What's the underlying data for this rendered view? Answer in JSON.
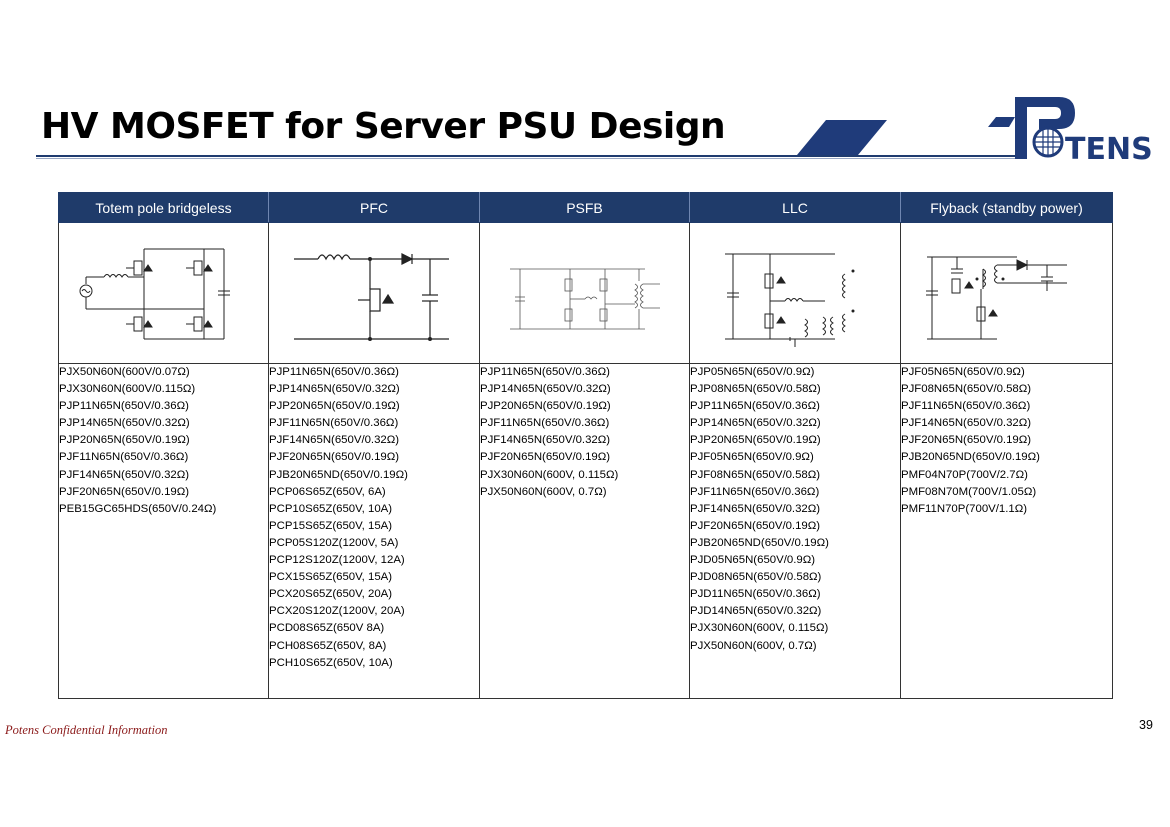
{
  "slide": {
    "title": "HV MOSFET for Server PSU Design",
    "footer": "Potens Confidential Information",
    "page_number": "39",
    "logo": {
      "letter": "P",
      "rest": "TENS"
    }
  },
  "table": {
    "headers": [
      "Totem pole bridgeless",
      "PFC",
      "PSFB",
      "LLC",
      "Flyback (standby power)"
    ],
    "columns": [
      [
        "PJX50N60N(600V/0.07Ω)",
        "PJX30N60N(600V/0.115Ω)",
        "PJP11N65N(650V/0.36Ω)",
        "PJP14N65N(650V/0.32Ω)",
        "PJP20N65N(650V/0.19Ω)",
        "PJF11N65N(650V/0.36Ω)",
        "PJF14N65N(650V/0.32Ω)",
        "PJF20N65N(650V/0.19Ω)",
        "PEB15GC65HDS(650V/0.24Ω)"
      ],
      [
        "PJP11N65N(650V/0.36Ω)",
        "PJP14N65N(650V/0.32Ω)",
        "PJP20N65N(650V/0.19Ω)",
        "PJF11N65N(650V/0.36Ω)",
        "PJF14N65N(650V/0.32Ω)",
        "PJF20N65N(650V/0.19Ω)",
        "PJB20N65ND(650V/0.19Ω)",
        "PCP06S65Z(650V, 6A)",
        "PCP10S65Z(650V, 10A)",
        "PCP15S65Z(650V, 15A)",
        "PCP05S120Z(1200V, 5A)",
        "PCP12S120Z(1200V, 12A)",
        "PCX15S65Z(650V, 15A)",
        "PCX20S65Z(650V, 20A)",
        "PCX20S120Z(1200V, 20A)",
        "PCD08S65Z(650V 8A)",
        "PCH08S65Z(650V, 8A)",
        "PCH10S65Z(650V, 10A)"
      ],
      [
        "PJP11N65N(650V/0.36Ω)",
        "PJP14N65N(650V/0.32Ω)",
        "PJP20N65N(650V/0.19Ω)",
        "PJF11N65N(650V/0.36Ω)",
        "PJF14N65N(650V/0.32Ω)",
        "PJF20N65N(650V/0.19Ω)",
        "PJX30N60N(600V, 0.115Ω)",
        "PJX50N60N(600V, 0.7Ω)"
      ],
      [
        "PJP05N65N(650V/0.9Ω)",
        "PJP08N65N(650V/0.58Ω)",
        "PJP11N65N(650V/0.36Ω)",
        "PJP14N65N(650V/0.32Ω)",
        "PJP20N65N(650V/0.19Ω)",
        "PJF05N65N(650V/0.9Ω)",
        "PJF08N65N(650V/0.58Ω)",
        "PJF11N65N(650V/0.36Ω)",
        "PJF14N65N(650V/0.32Ω)",
        "PJF20N65N(650V/0.19Ω)",
        "PJB20N65ND(650V/0.19Ω)",
        "PJD05N65N(650V/0.9Ω)",
        "PJD08N65N(650V/0.58Ω)",
        "PJD11N65N(650V/0.36Ω)",
        "PJD14N65N(650V/0.32Ω)",
        "PJX30N60N(600V, 0.115Ω)",
        "PJX50N60N(600V, 0.7Ω)"
      ],
      [
        "PJF05N65N(650V/0.9Ω)",
        "PJF08N65N(650V/0.58Ω)",
        "PJF11N65N(650V/0.36Ω)",
        "PJF14N65N(650V/0.32Ω)",
        "PJF20N65N(650V/0.19Ω)",
        "PJB20N65ND(650V/0.19Ω)",
        "PMF04N70P(700V/2.7Ω)",
        "PMF08N70M(700V/1.05Ω)",
        "PMF11N70P(700V/1.1Ω)"
      ]
    ],
    "diagrams": [
      "totem-pole-schematic",
      "pfc-schematic",
      "psfb-schematic",
      "llc-schematic",
      "flyback-schematic"
    ]
  },
  "colors": {
    "header_bg": "#1f3b6a",
    "title_line": "#1f3b6f",
    "footer": "#8b1a1a",
    "logo_blue": "#1f3b7a"
  }
}
